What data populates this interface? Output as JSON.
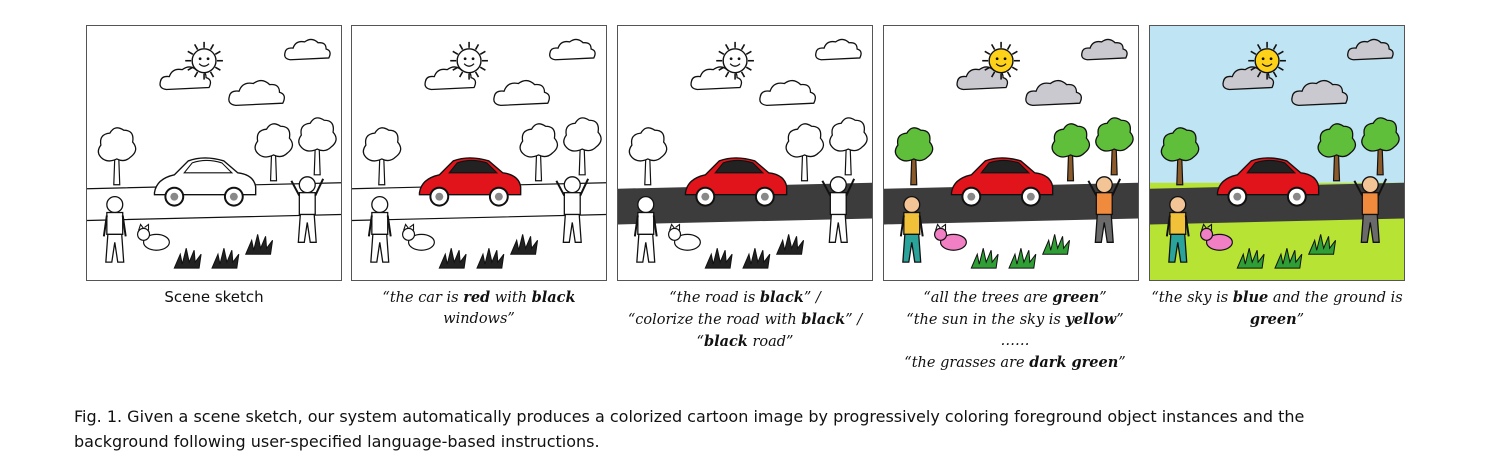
{
  "panels": [
    {
      "caption_lines": [
        [
          {
            "t": "Scene sketch",
            "b": false
          }
        ]
      ],
      "plain": true
    },
    {
      "caption_lines": [
        [
          {
            "t": "“the car is ",
            "b": false
          },
          {
            "t": "red",
            "b": true
          },
          {
            "t": " with ",
            "b": false
          },
          {
            "t": "black",
            "b": true
          }
        ],
        [
          {
            "t": "windows”",
            "b": false
          }
        ]
      ]
    },
    {
      "caption_lines": [
        [
          {
            "t": "“the road is ",
            "b": false
          },
          {
            "t": "black",
            "b": true
          },
          {
            "t": "” /",
            "b": false
          }
        ],
        [
          {
            "t": "“colorize the road with ",
            "b": false
          },
          {
            "t": "black",
            "b": true
          },
          {
            "t": "” /",
            "b": false
          }
        ],
        [
          {
            "t": "“",
            "b": false
          },
          {
            "t": "black",
            "b": true
          },
          {
            "t": " road”",
            "b": false
          }
        ]
      ]
    },
    {
      "caption_lines": [
        [
          {
            "t": "“all the trees are ",
            "b": false
          },
          {
            "t": "green",
            "b": true
          },
          {
            "t": "”",
            "b": false
          }
        ],
        [
          {
            "t": "“the sun in the sky is ",
            "b": false
          },
          {
            "t": "yellow",
            "b": true
          },
          {
            "t": "”",
            "b": false
          }
        ],
        [
          {
            "t": "……",
            "b": false
          }
        ],
        [
          {
            "t": "“the grasses are ",
            "b": false
          },
          {
            "t": "dark green",
            "b": true
          },
          {
            "t": "”",
            "b": false
          }
        ]
      ]
    },
    {
      "caption_lines": [
        [
          {
            "t": "“the sky is ",
            "b": false
          },
          {
            "t": "blue",
            "b": true
          },
          {
            "t": " and the ground is",
            "b": false
          }
        ],
        [
          {
            "t": "green",
            "b": true
          },
          {
            "t": "”",
            "b": false
          }
        ]
      ]
    }
  ],
  "figure_caption": {
    "line1": "Fig. 1.  Given a scene sketch, our system automatically produces a colorized cartoon image by progressively coloring foreground object instances and the",
    "line2": "background following user-specified language-based instructions."
  },
  "colors": {
    "car": "#e0141a",
    "road": "#3c3c3c",
    "tree_foliage": "#5fbf3a",
    "tree_trunk": "#8b5a2b",
    "sun": "#ffd21a",
    "cloud": "#c9c9cf",
    "sky": "#bfe4f4",
    "ground": "#b7e334",
    "grass": "#2f9e34",
    "boy_shirt": "#f2c13a",
    "boy_pants": "#2aa39b",
    "girl_shirt": "#f08a3c",
    "girl_pants": "#6a6a6a",
    "cat": "#f07fc3",
    "skin": "#f2c496",
    "line": "#111111"
  }
}
